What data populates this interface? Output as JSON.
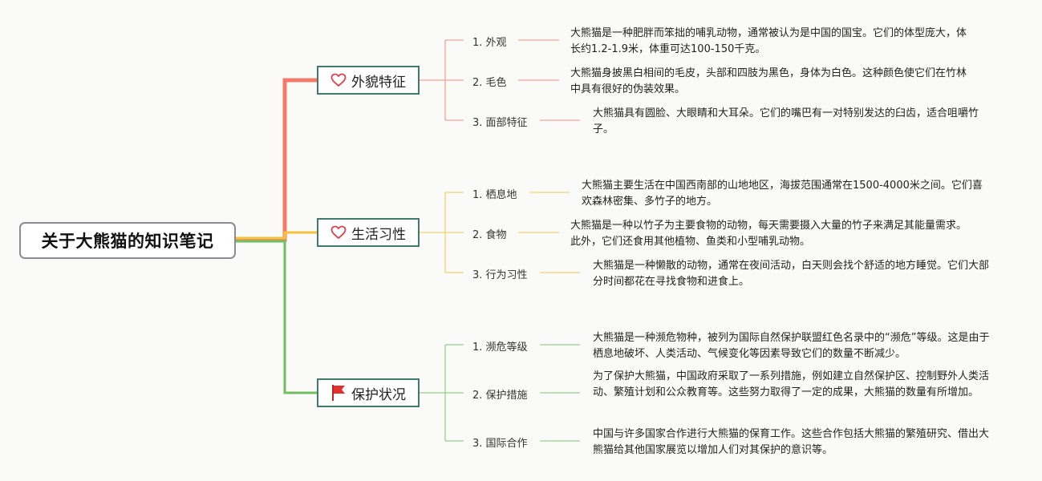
{
  "root": {
    "title": "关于大熊猫的知识笔记"
  },
  "branches": [
    {
      "title": "外貌特征",
      "icon": "heart-icon",
      "color": "#f47b67",
      "items": [
        {
          "label": "1. 外观",
          "text": "大熊猫是一种肥胖而笨拙的哺乳动物，通常被认为是中国的国宝。它们的体型庞大，体长约1.2-1.9米，体重可达100-150千克。"
        },
        {
          "label": "2. 毛色",
          "text": "大熊猫身披黑白相间的毛皮，头部和四肢为黑色，身体为白色。这种颜色使它们在竹林中具有很好的伪装效果。"
        },
        {
          "label": "3. 面部特征",
          "text": "大熊猫具有圆脸、大眼睛和大耳朵。它们的嘴巴有一对特别发达的臼齿，适合咀嚼竹子。"
        }
      ]
    },
    {
      "title": "生活习性",
      "icon": "heart-icon",
      "color": "#f7c03d",
      "items": [
        {
          "label": "1. 栖息地",
          "text": "大熊猫主要生活在中国西南部的山地地区，海拔范围通常在1500-4000米之间。它们喜欢森林密集、多竹子的地方。"
        },
        {
          "label": "2. 食物",
          "text": "大熊猫是一种以竹子为主要食物的动物，每天需要摄入大量的竹子来满足其能量需求。此外，它们还食用其他植物、鱼类和小型哺乳动物。"
        },
        {
          "label": "3. 行为习性",
          "text": "大熊猫是一种懒散的动物，通常在夜间活动，白天则会找个舒适的地方睡觉。它们大部分时间都花在寻找食物和进食上。"
        }
      ]
    },
    {
      "title": "保护状况",
      "icon": "red-flag-icon",
      "color": "#6fbf5f",
      "items": [
        {
          "label": "1. 濒危等级",
          "text": "大熊猫是一种濒危物种，被列为国际自然保护联盟红色名录中的“濒危”等级。这是由于栖息地破坏、人类活动、气候变化等因素导致它们的数量不断减少。"
        },
        {
          "label": "2. 保护措施",
          "text": "为了保护大熊猫，中国政府采取了一系列措施，例如建立自然保护区、控制野外人类活动、繁殖计划和公众教育等。这些努力取得了一定的成果，大熊猫的数量有所增加。"
        },
        {
          "label": "3. 国际合作",
          "text": "中国与许多国家合作进行大熊猫的保育工作。这些合作包括大熊猫的繁殖研究、借出大熊猫给其他国家展览以增加人们对其保护的意识等。"
        }
      ]
    }
  ]
}
